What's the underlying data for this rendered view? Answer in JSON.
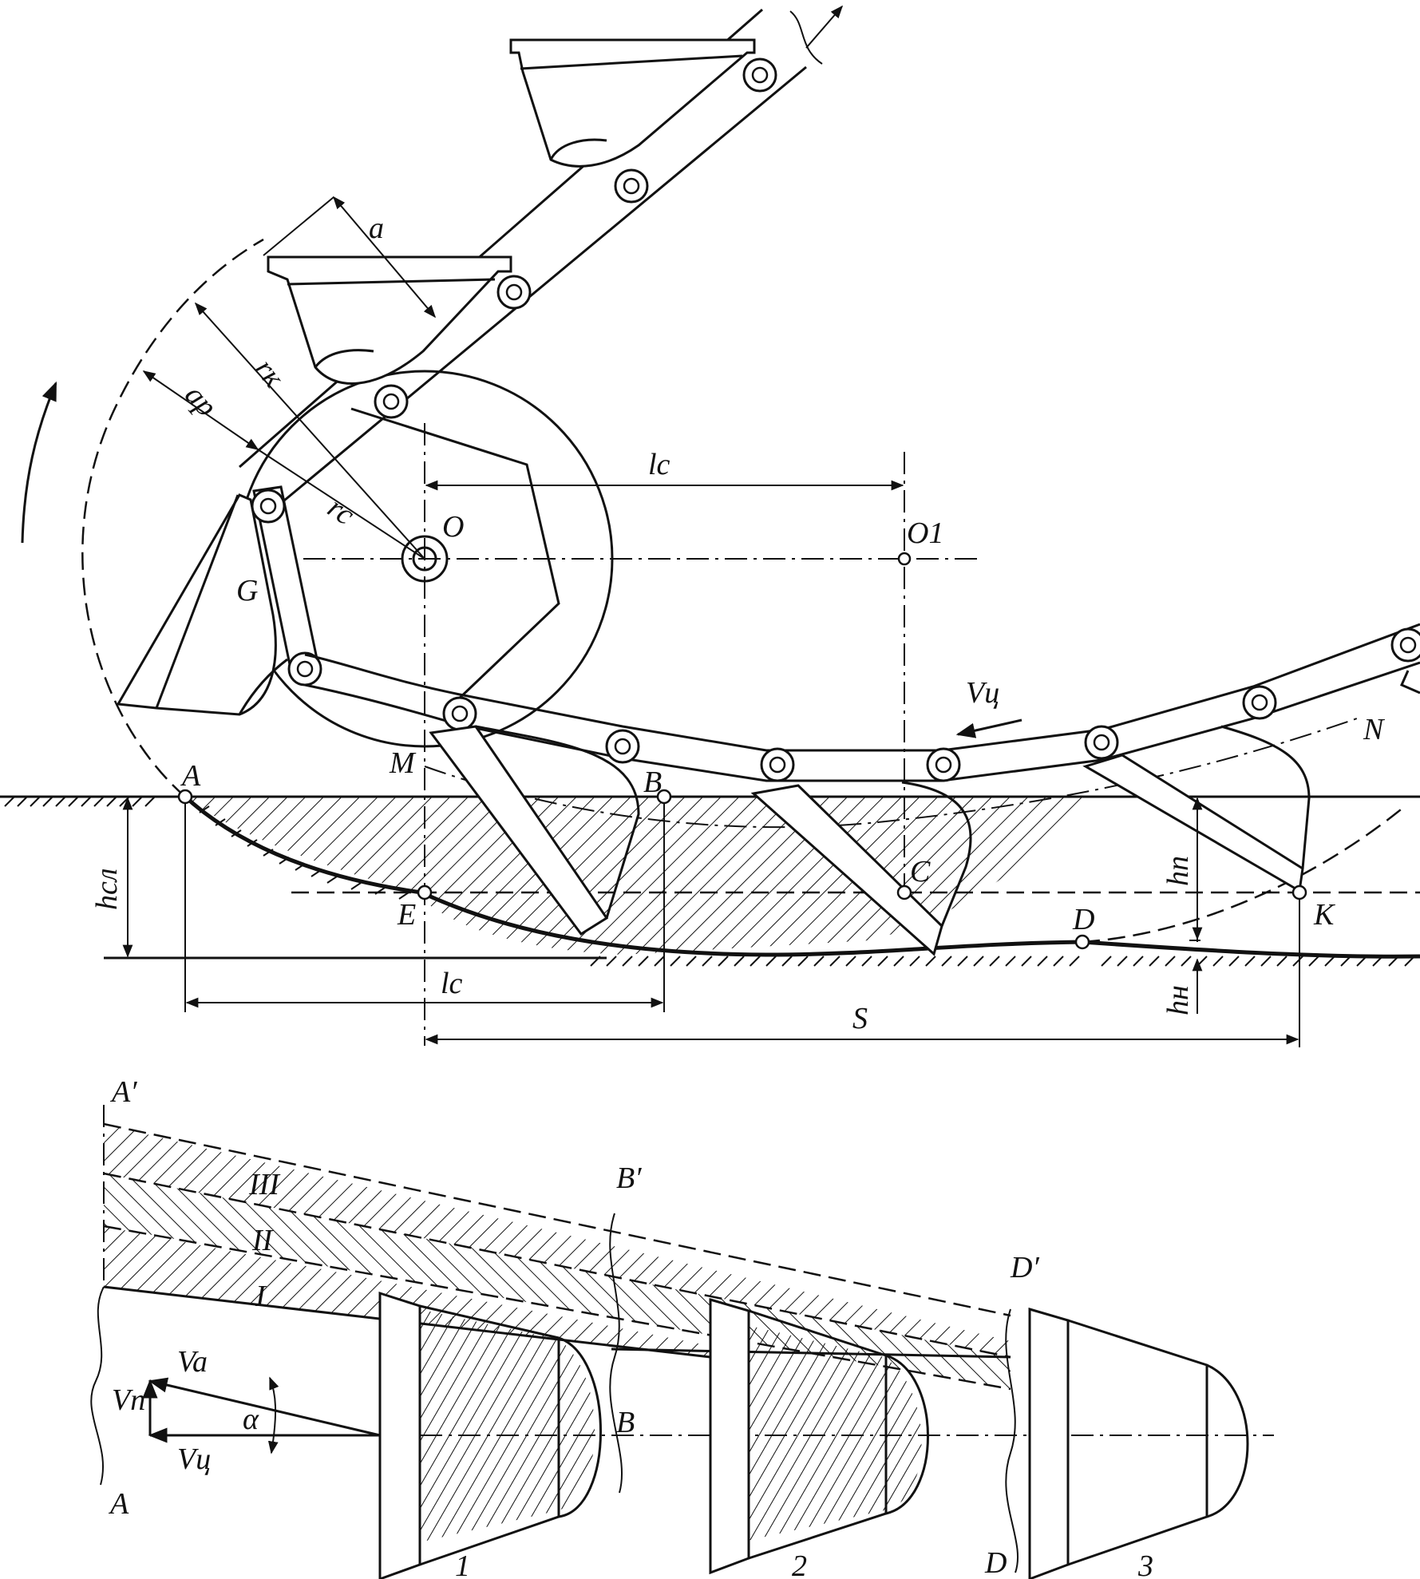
{
  "labels": {
    "a": "a",
    "r_k": "rк",
    "a_p": "ap",
    "r_c": "rc",
    "O": "O",
    "O1": "O1",
    "l_c_top": "lc",
    "G": "G",
    "V_ts_top": "Vц",
    "N": "N",
    "M": "M",
    "A": "A",
    "B": "B",
    "C": "C",
    "D": "D",
    "E": "E",
    "K": "K",
    "h_sl": "hсл",
    "h_p": "hп",
    "h_n": "hн",
    "l_c_bottom": "lc",
    "S": "S",
    "A_prime": "A′",
    "B_prime": "B′",
    "D_prime": "D′",
    "layer_III": "III",
    "layer_II": "II",
    "layer_I": "I",
    "V_a": "Va",
    "V_p": "Vп",
    "V_ts_bottom": "Vц",
    "alpha": "α",
    "B_bottom": "B",
    "A_bottom": "A",
    "D_bottom": "D",
    "bucket_1": "1",
    "bucket_2": "2",
    "bucket_3": "3"
  }
}
